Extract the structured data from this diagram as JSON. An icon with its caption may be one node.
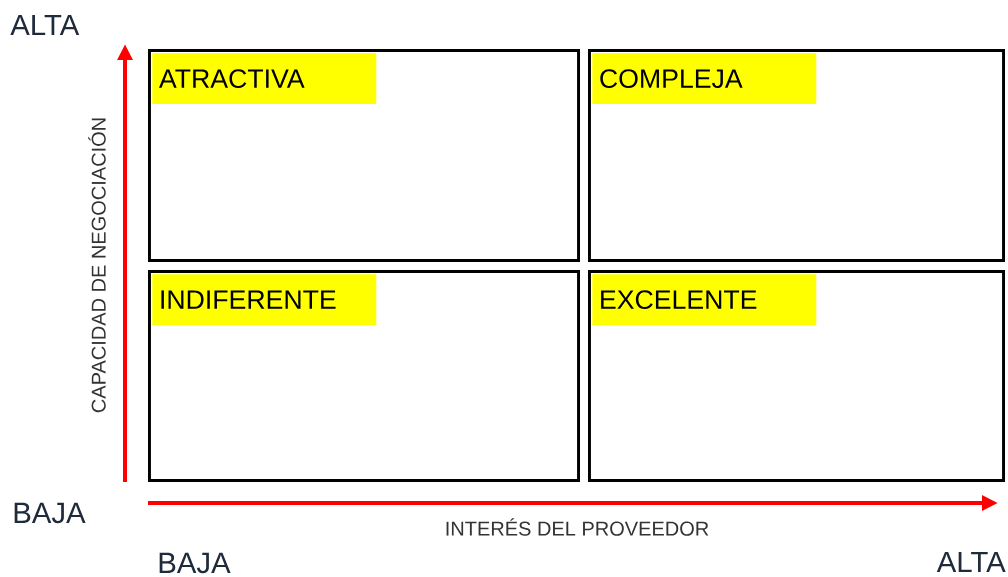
{
  "diagram": {
    "nodes": [
      {
        "text": [
          "ATRACTIVA"
        ]
      },
      {
        "text": [
          "COMPLEJA"
        ]
      },
      {
        "text": [
          "INDIFERENTE"
        ]
      },
      {
        "text": [
          "EXCELENTE"
        ]
      }
    ],
    "labels": [
      "ALTA",
      "CAPACIDAD DE NEGOCIACIÓN",
      "BAJA",
      "INTERÉS DEL PROVEEDOR",
      "BAJA",
      "ALTA"
    ]
  }
}
